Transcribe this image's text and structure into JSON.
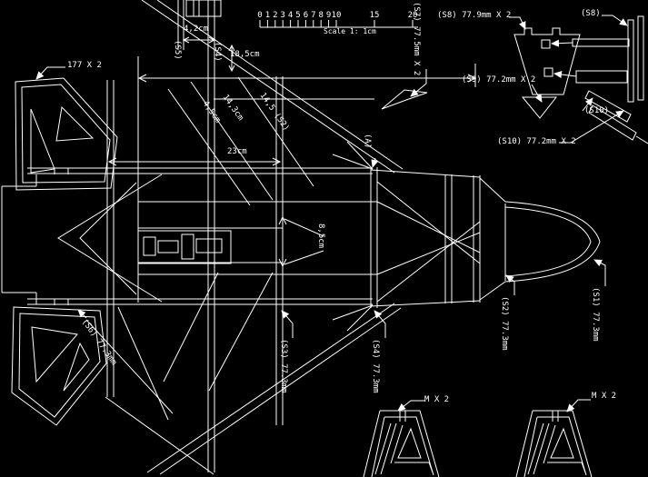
{
  "colors": {
    "background": "#000000",
    "line": "#ffffff"
  },
  "ruler": {
    "cm_ticks": [
      "0",
      "1",
      "2",
      "3",
      "4",
      "5",
      "6",
      "7",
      "8",
      "9",
      "10"
    ],
    "far_ticks": [
      "15",
      "20"
    ],
    "caption": "Scale 1: 1cm"
  },
  "part_labels": {
    "fin": "177 X 2",
    "s7": "(S7) 77.5mm X 2",
    "s8_full": "(S8) 77.9mm X 2",
    "s8": "(S8)",
    "s9": "(S9) 77.2mm X 2",
    "s10": "(S10)",
    "s10_full": "(S10) 77.2mm X 2",
    "s1": "(S1) 77.3mm",
    "s2": "(S2) 77.3mm",
    "s3": "(S3) 77.3mm",
    "s4": "(S4) 77.3mm",
    "s6": "(S6) 77.3mm",
    "s5_ref": "(S5)",
    "s4_ref": "(S4)",
    "a_ref": "(A)",
    "m_left": "M X 2",
    "m_right": "M X 2"
  },
  "dimensions": {
    "canopy_width": "4,2cm",
    "wing_root": "18,5cm",
    "diag_small": "4,5cm",
    "diag_mid": "14,3cm",
    "diag_large": "14,5 (S2)",
    "fuselage_length": "23cm",
    "engine_width": "8,5cm"
  }
}
